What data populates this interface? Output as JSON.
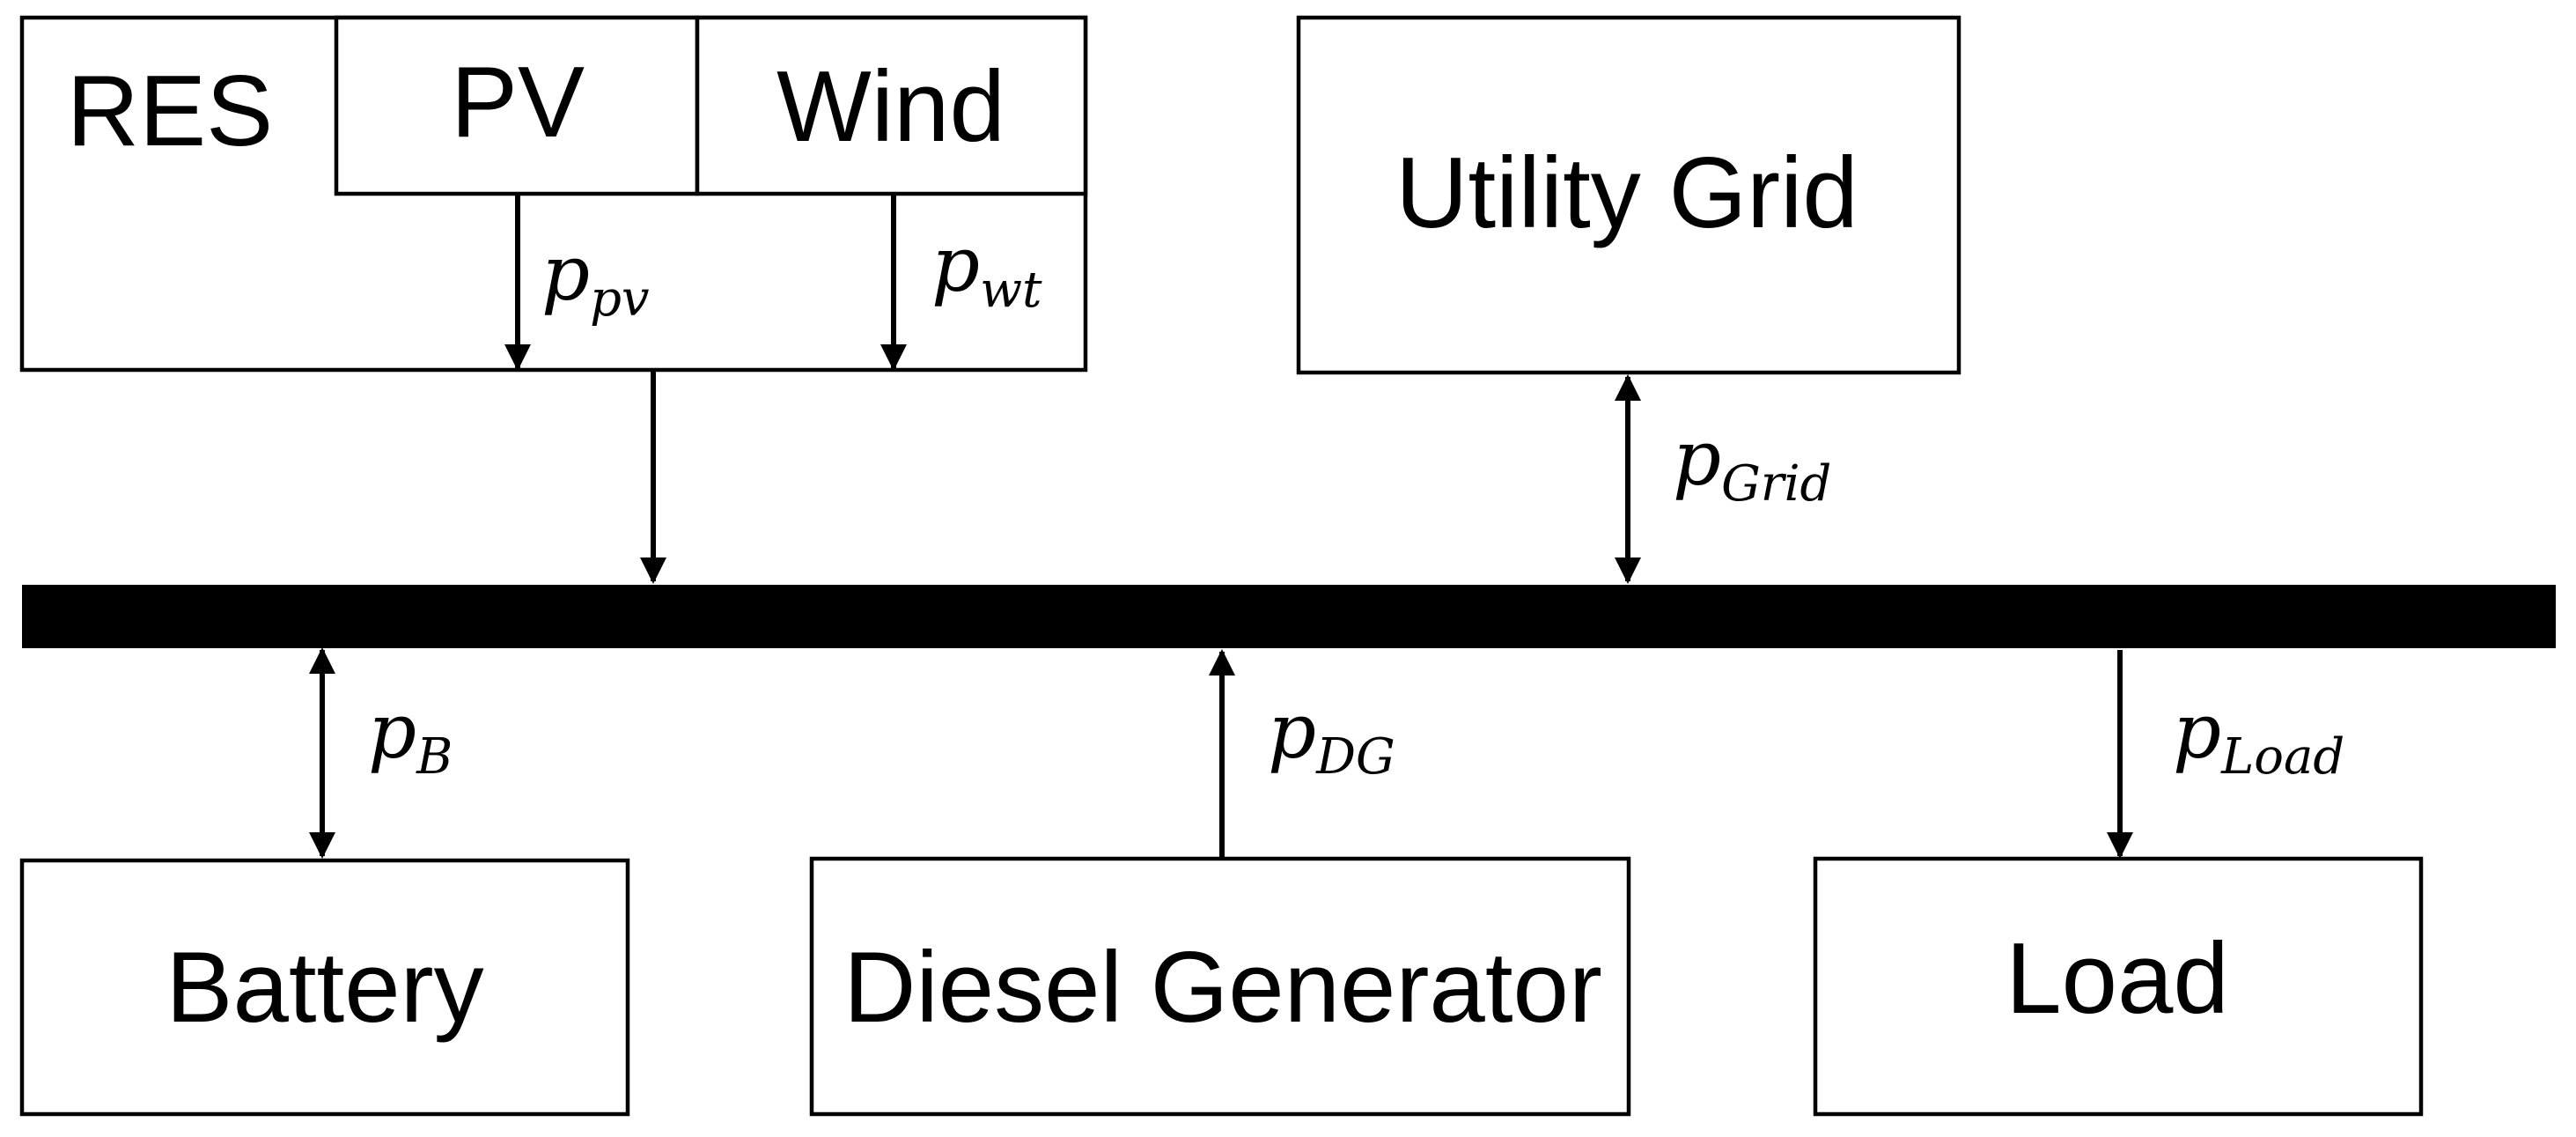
{
  "blocks": {
    "res": "RES",
    "pv": "PV",
    "wind": "Wind",
    "utility_grid": "Utility Grid",
    "battery": "Battery",
    "diesel_generator": "Diesel Generator",
    "load": "Load"
  },
  "flows": {
    "pv": {
      "symbol": "p",
      "sub": "pv"
    },
    "wind": {
      "symbol": "p",
      "sub": "wt"
    },
    "grid": {
      "symbol": "p",
      "sub": "Grid"
    },
    "battery": {
      "symbol": "p",
      "sub": "B"
    },
    "diesel": {
      "symbol": "p",
      "sub": "DG"
    },
    "load": {
      "symbol": "p",
      "sub": "Load"
    }
  },
  "colors": {
    "stroke": "#000000",
    "background": "#ffffff"
  }
}
